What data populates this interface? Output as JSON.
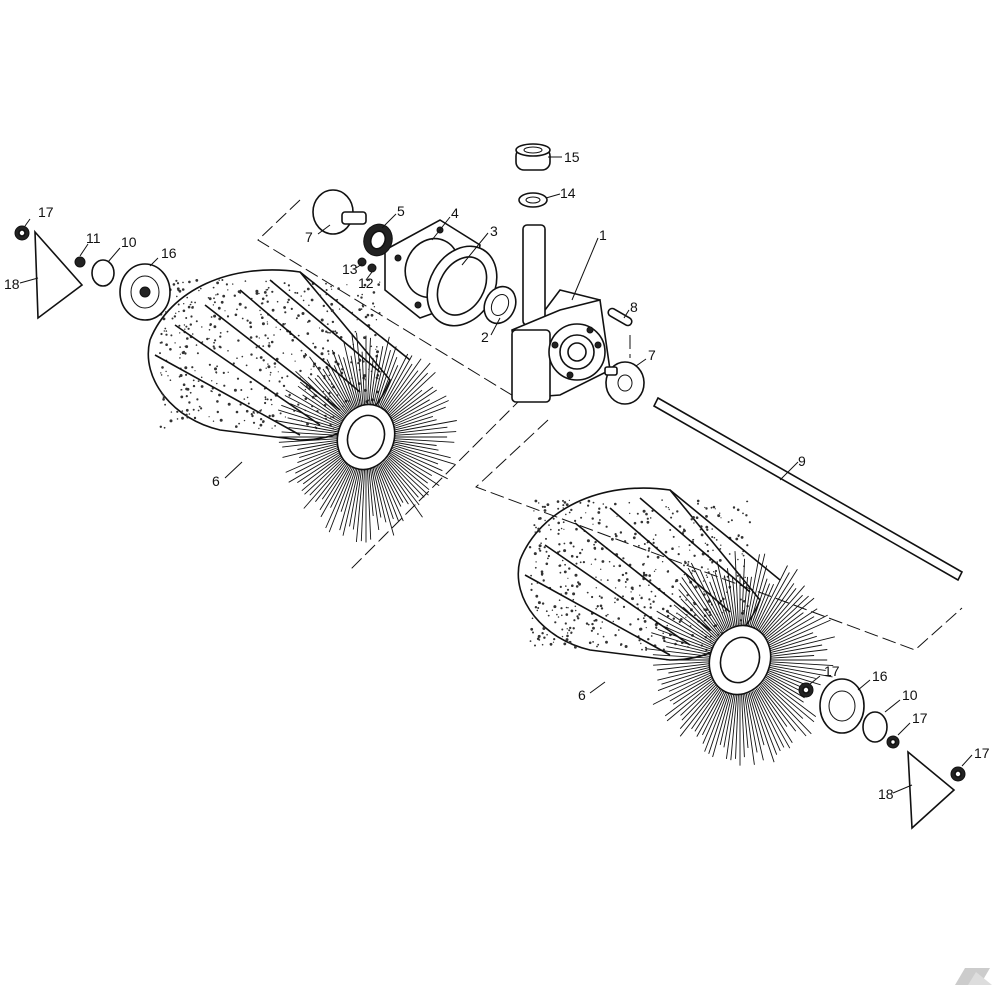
{
  "diagram": {
    "type": "exploded-parts-view",
    "ink_color": "#111111",
    "background": "#ffffff",
    "callouts": [
      {
        "id": "c15",
        "label": "15"
      },
      {
        "id": "c14",
        "label": "14"
      },
      {
        "id": "c1",
        "label": "1"
      },
      {
        "id": "c3",
        "label": "3"
      },
      {
        "id": "c4",
        "label": "4"
      },
      {
        "id": "c5",
        "label": "5"
      },
      {
        "id": "c7a",
        "label": "7"
      },
      {
        "id": "c13",
        "label": "13"
      },
      {
        "id": "c12",
        "label": "12"
      },
      {
        "id": "c2",
        "label": "2"
      },
      {
        "id": "c8",
        "label": "8"
      },
      {
        "id": "c7b",
        "label": "7"
      },
      {
        "id": "c17a",
        "label": "17"
      },
      {
        "id": "c11",
        "label": "11"
      },
      {
        "id": "c10a",
        "label": "10"
      },
      {
        "id": "c16a",
        "label": "16"
      },
      {
        "id": "c18a",
        "label": "18"
      },
      {
        "id": "c6a",
        "label": "6"
      },
      {
        "id": "c9",
        "label": "9"
      },
      {
        "id": "c6b",
        "label": "6"
      },
      {
        "id": "c17b",
        "label": "17"
      },
      {
        "id": "c16b",
        "label": "16"
      },
      {
        "id": "c10b",
        "label": "10"
      },
      {
        "id": "c17c",
        "label": "17"
      },
      {
        "id": "c17d",
        "label": "17"
      },
      {
        "id": "c18b",
        "label": "18"
      }
    ]
  },
  "logo": {
    "icon": "k-logo-icon",
    "color": "#cccccc"
  }
}
